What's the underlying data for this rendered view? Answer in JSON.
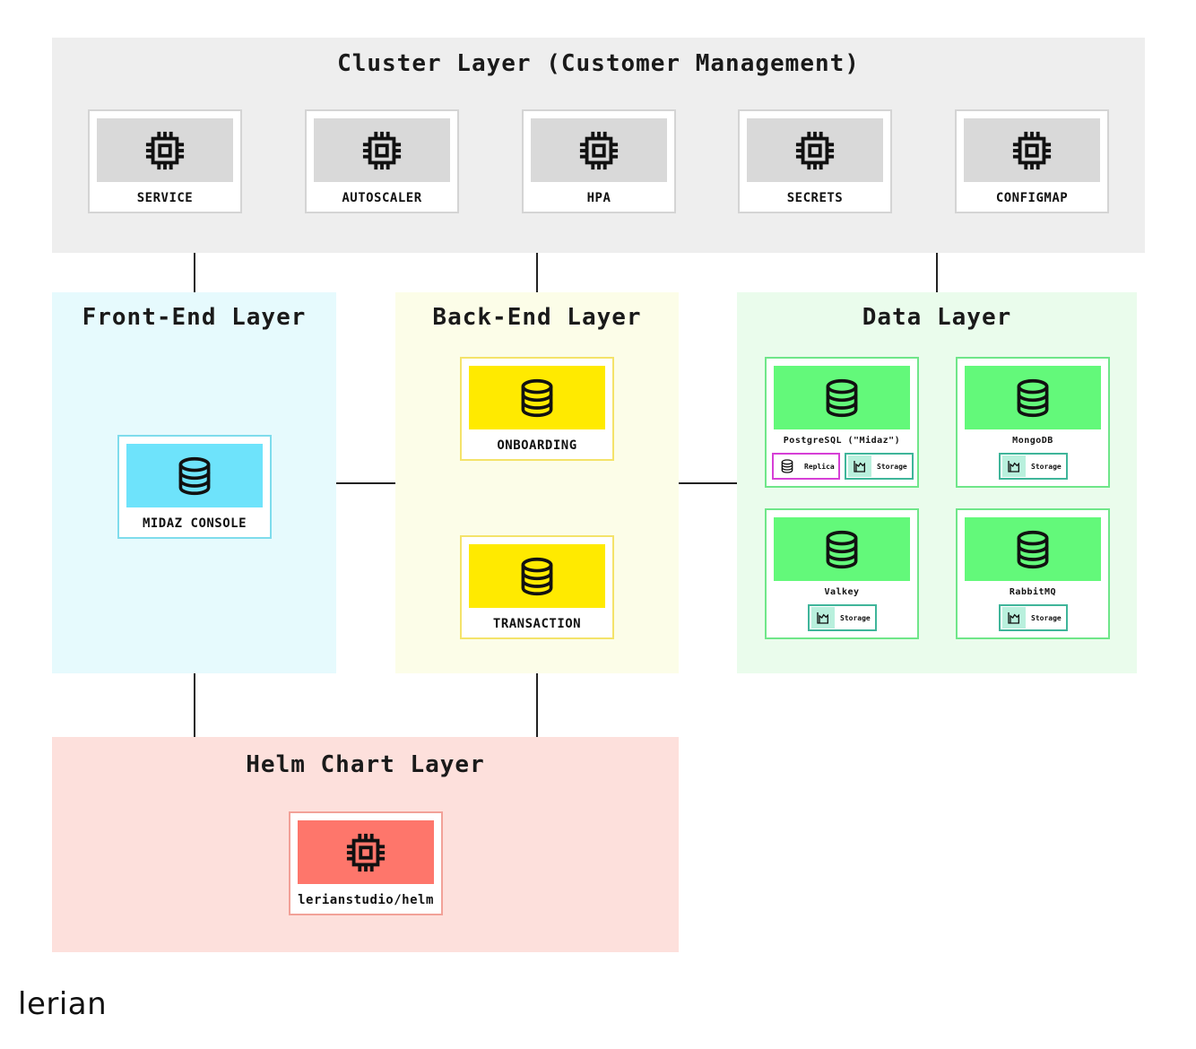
{
  "cluster_layer": {
    "title": "Cluster Layer (Customer Management)",
    "cards": [
      {
        "label": "SERVICE"
      },
      {
        "label": "AUTOSCALER"
      },
      {
        "label": "HPA"
      },
      {
        "label": "SECRETS"
      },
      {
        "label": "CONFIGMAP"
      }
    ]
  },
  "frontend_layer": {
    "title": "Front-End Layer",
    "cards": [
      {
        "label": "MIDAZ CONSOLE"
      }
    ]
  },
  "backend_layer": {
    "title": "Back-End Layer",
    "cards": [
      {
        "label": "ONBOARDING"
      },
      {
        "label": "TRANSACTION"
      }
    ]
  },
  "data_layer": {
    "title": "Data Layer",
    "cards": [
      {
        "label": "PostgreSQL (\"Midaz\")",
        "chips": [
          {
            "label": "Replica"
          },
          {
            "label": "Storage"
          }
        ]
      },
      {
        "label": "MongoDB",
        "chips": [
          {
            "label": "Storage"
          }
        ]
      },
      {
        "label": "Valkey",
        "chips": [
          {
            "label": "Storage"
          }
        ]
      },
      {
        "label": "RabbitMQ",
        "chips": [
          {
            "label": "Storage"
          }
        ]
      }
    ]
  },
  "helm_layer": {
    "title": "Helm Chart Layer",
    "cards": [
      {
        "label": "lerianstudio/helm"
      }
    ]
  },
  "logo": {
    "text": "lerian"
  },
  "colors": {
    "cluster_bg": "#eeeeee",
    "frontend_bg": "#e6fafd",
    "backend_bg": "#fcfde8",
    "data_bg": "#eafcec",
    "helm_bg": "#fde0dc",
    "gray_tile": "#d9d9d9",
    "cyan_tile": "#6ee3fb",
    "yellow_tile": "#ffea00",
    "green_tile": "#63f97a",
    "red_tile": "#fe766b",
    "replica_border": "#d63fd6",
    "storage_border": "#3fb59a"
  },
  "icons": {
    "cluster_card": "chip-icon",
    "frontend_card": "database-icon",
    "backend_card": "database-icon",
    "data_card": "database-icon",
    "helm_card": "chip-icon",
    "replica_chip": "database-icon",
    "storage_chip": "storage-chart-icon"
  }
}
